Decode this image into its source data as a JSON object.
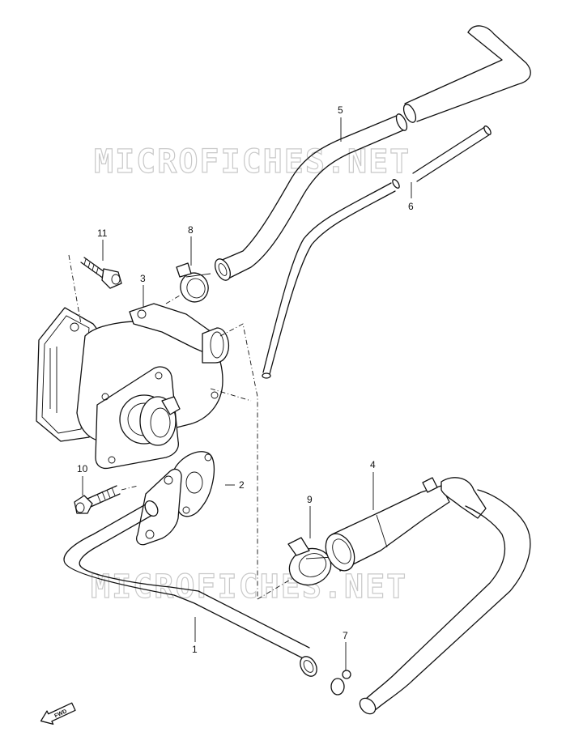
{
  "watermark": {
    "top_text": "MICROFICHES.NET",
    "bottom_text": "MICROFICHES.NET"
  },
  "parts": {
    "p1": "1",
    "p2": "2",
    "p3": "3",
    "p4": "4",
    "p5": "5",
    "p6": "6",
    "p7": "7",
    "p8": "8",
    "p9": "9",
    "p10": "10",
    "p11": "11"
  },
  "fwd_badge": {
    "text": "FWD",
    "icon": "forward-arrow-icon"
  },
  "colors": {
    "ink": "#111111",
    "watermark": "#c9c9c9",
    "background": "#ffffff"
  }
}
